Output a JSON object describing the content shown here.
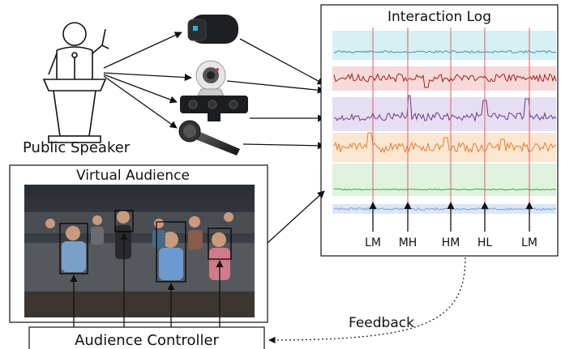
{
  "speaker": {
    "label": "Public Speaker"
  },
  "sensors": [
    "wristband-sensor",
    "webcam",
    "depth-camera",
    "microphone"
  ],
  "log": {
    "title": "Interaction Log",
    "markers": [
      "LM",
      "MH",
      "HM",
      "HL",
      "LM"
    ]
  },
  "audience": {
    "title": "Virtual Audience"
  },
  "controller": {
    "label": "Audience Controller"
  },
  "feedback": {
    "label": "Feedback"
  },
  "colors": {
    "marker_line": "#e06060",
    "trace_teal": "#3a9aa8",
    "trace_red": "#a02020",
    "trace_purple": "#6a3a8a",
    "trace_orange": "#e08030",
    "trace_green": "#4a9a4a",
    "trace_blue": "#7aa0d0"
  }
}
